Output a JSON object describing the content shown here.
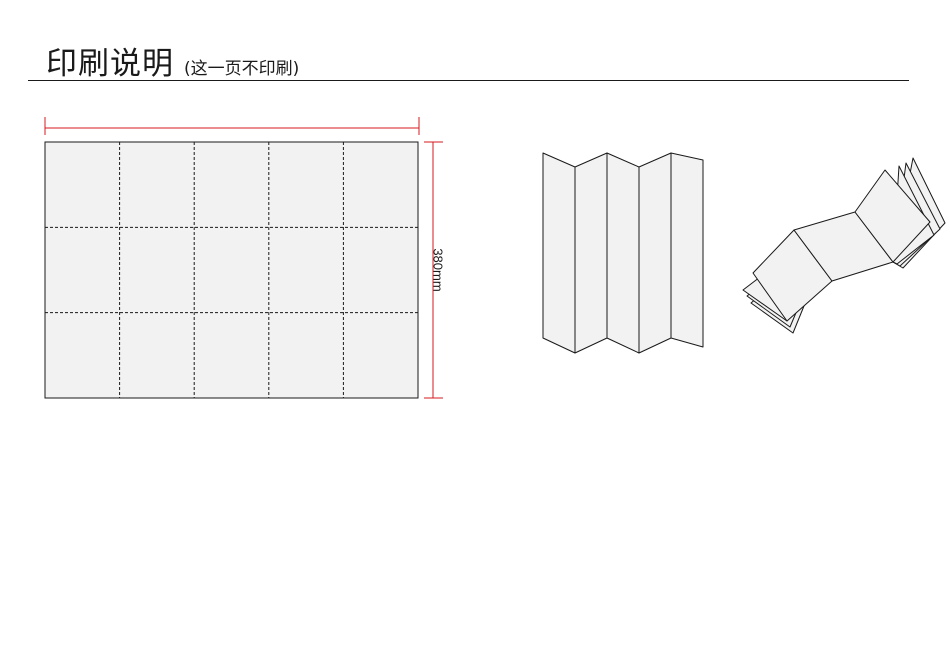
{
  "header": {
    "title": "印刷说明",
    "subtitle": "(这一页不印刷)"
  },
  "flat_sheet": {
    "height_label": "380mm",
    "columns": 5,
    "rows": 3,
    "fill_color": "#f2f2f2",
    "dimension_color": "#d7191c"
  },
  "folded_view": {
    "panel_fill": "#f2f2f2"
  },
  "perspective_view": {
    "panel_fill": "#f2f2f2"
  }
}
